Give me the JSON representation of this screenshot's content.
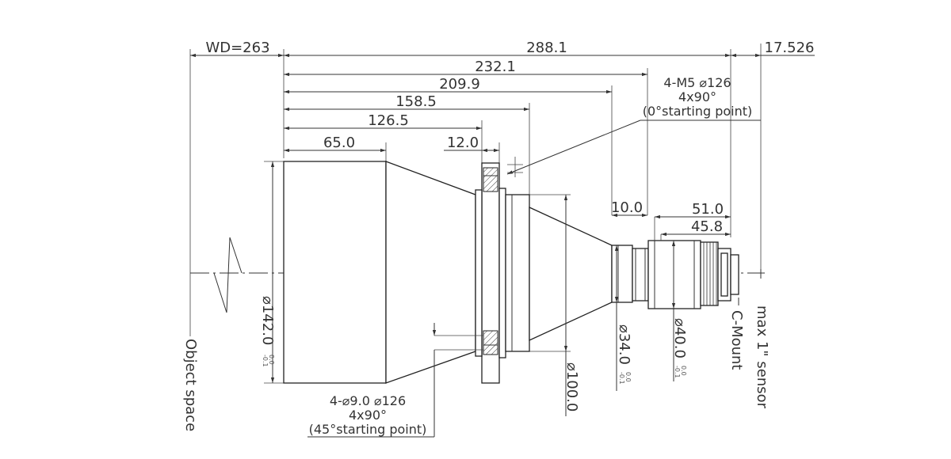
{
  "dimensions": {
    "wd": "WD=263",
    "overall": "288.1",
    "sensor_offset": "17.526",
    "d232": "232.1",
    "d209": "209.9",
    "d158": "158.5",
    "d126": "126.5",
    "d65": "65.0",
    "d12": "12.0",
    "d10": "10.0",
    "d51": "51.0",
    "d45": "45.8"
  },
  "callouts": {
    "top_line1": "4-M5 ⌀126",
    "top_line2": "4x90°",
    "top_line3": "(0°starting point)",
    "bottom_line1": "4-⌀9.0  ⌀126",
    "bottom_line2": "4x90°",
    "bottom_line3": "(45°starting point)"
  },
  "diameters": {
    "d142": "⌀142.0",
    "d142_tol_top": "0.0",
    "d142_tol_bot": "-0.1",
    "d100": "⌀100.0",
    "d34": "⌀34.0",
    "d34_tol_top": "0.0",
    "d34_tol_bot": "-0.1",
    "d40": "⌀40.0",
    "d40_tol_top": "0.0",
    "d40_tol_bot": "-0.1"
  },
  "labels": {
    "object_space": "Object space",
    "c_mount": "C-Mount",
    "sensor": "max 1\" sensor"
  }
}
